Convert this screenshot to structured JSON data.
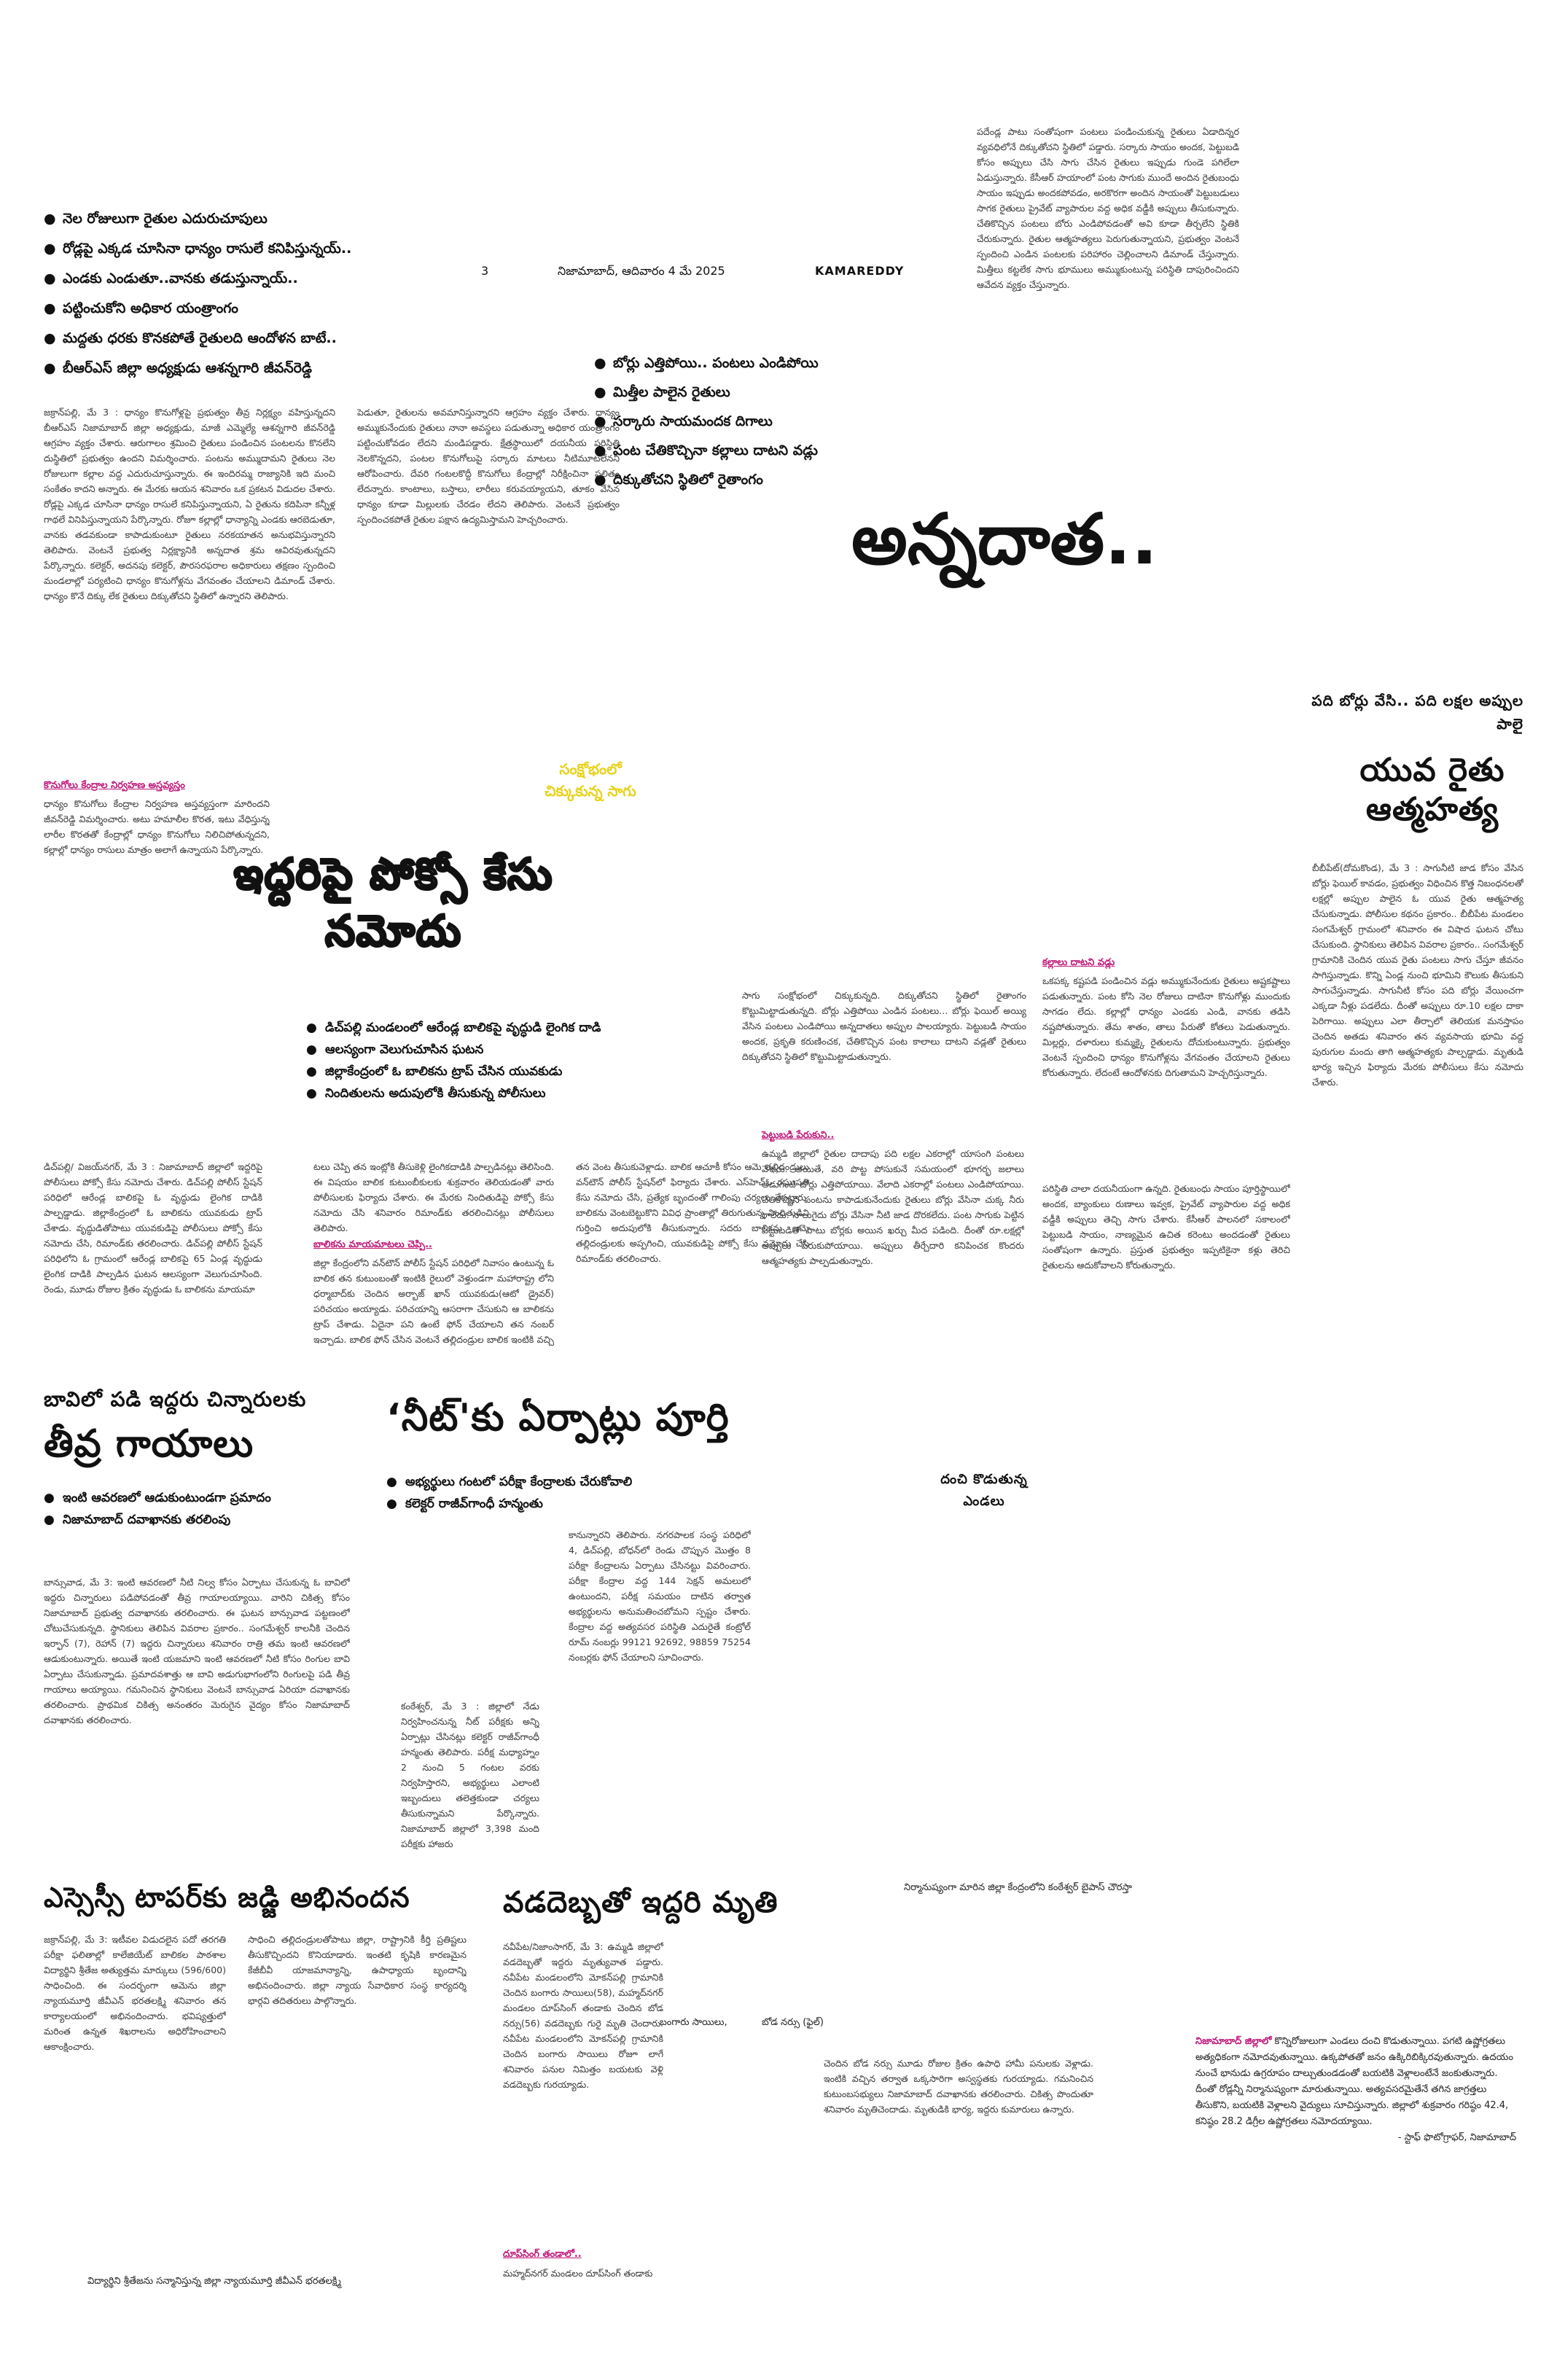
{
  "masthead": {
    "page_no": "3",
    "place_date": "నిజామాబాద్, ఆదివారం 4 మే 2025",
    "edition": "KAMAREDDY"
  },
  "lead": {
    "headline": "అన్నదాత..",
    "kicker": "సంక్షోభంలో చిక్కుకున్న సాగు",
    "bullets_left": [
      "నెల రోజులుగా రైతుల ఎదురుచూపులు",
      "రోడ్లపై ఎక్కడ చూసినా ధాన్యం రాసులే కనిపిస్తున్నయ్..",
      "ఎండకు ఎండుతూ..వానకు తడుస్తున్నాయ్..",
      "పట్టించుకోని అధికార యంత్రాంగం",
      "మద్దతు ధరకు కొనకపోతే రైతులది ఆందోళన బాటే..",
      "బీఆర్ఎస్ జిల్లా అధ్యక్షుడు ఆశన్నగారి జీవన్‌రెడ్డి"
    ],
    "bullets_right": [
      "బోర్లు ఎత్తిపోయి.. పంటలు ఎండిపోయి",
      "మిత్తీల పాలైన రైతులు",
      "సర్కారు సాయమందక దిగాలు",
      "పంట చేతికొచ్చినా కల్లాలు దాటని వడ్లు",
      "దిక్కుతోచని స్థితిలో రైతాంగం"
    ],
    "col1": "జక్రాన్‌పల్లి, మే 3 : ధాన్యం కొనుగోళ్లపై ప్రభుత్వం తీవ్ర నిర్లక్ష్యం వహిస్తున్నదని బీఆర్ఎస్ నిజామాబాద్ జిల్లా అధ్యక్షుడు, మాజీ ఎమ్మెల్యే ఆశన్నగారి జీవన్‌రెడ్డి ఆగ్రహం వ్యక్తం చేశారు. ఆరుగాలం శ్రమించి రైతులు పండించిన పంటలను కొనలేని దుస్థితిలో ప్రభుత్వం ఉందని విమర్శించారు. పంటను అమ్ముదామని రైతులు నెల రోజులుగా కల్లాల వద్ద ఎదురుచూస్తున్నారు. ఈ ఇందిరమ్మ రాజ్యానికి ఇది మంచి సంకేతం కాదని అన్నారు. ఈ మేరకు ఆయన శనివారం ఒక ప్రకటన విడుదల చేశారు. రోడ్లపై ఎక్కడ చూసినా ధాన్యం రాసులే కనిపిస్తున్నాయని, ఏ రైతును కదిపినా కన్నీళ్ల గాథలే వినిపిస్తున్నాయని పేర్కొన్నారు. రోజూ కల్లాల్లో ధాన్యాన్ని ఎండకు ఆరబెడుతూ, వానకు తడవకుండా కాపాడుకుంటూ రైతులు నరకయాతన అనుభవిస్తున్నారని తెలిపారు. వెంటనే ప్రభుత్వ నిర్లక్ష్యానికి అన్నదాత శ్రమ ఆవిరవుతున్నదని పేర్కొన్నారు. కలెక్టర్, అదనపు కలెక్టర్, పౌరసరఫరాల అధికారులు తక్షణం స్పందించి మండలాల్లో పర్యటించి ధాన్యం కొనుగోళ్లను వేగవంతం చేయాలని డిమాండ్ చేశారు. ధాన్యం కొనే దిక్కు లేక రైతులు దిక్కుతోచని స్థితిలో ఉన్నారని తెలిపారు.",
    "col1_sub": "కొనుగోలు కేంద్రాల నిర్వహణ అస్తవ్యస్తం",
    "col1b": "ధాన్యం కొనుగోలు కేంద్రాల నిర్వహణ అస్తవ్యస్తంగా మారిందని జీవన్‌రెడ్డి విమర్శించారు. అటు హమాలీల కొరత, ఇటు వేధిస్తున్న లారీల కొరతతో కేంద్రాల్లో ధాన్యం కొనుగోలు నిలిచిపోతున్నదని, కల్లాల్లో ధాన్యం రాసులు మాత్రం అలాగే ఉన్నాయని పేర్కొన్నారు.",
    "col2": "పెడుతూ, రైతులను అవమానిస్తున్నారని ఆగ్రహం వ్యక్తం చేశారు. ధాన్యం అమ్ముకునేందుకు రైతులు నానా అవస్థలు పడుతున్నా అధికార యంత్రాంగం పట్టించుకోవడం లేదని మండిపడ్డారు. క్షేత్రస్థాయిలో దయనీయ పరిస్థితి నెలకొన్నదని, పంటల కొనుగోలుపై సర్కారు మాటలు నీటిమూటలేనని ఆరోపించారు. దేవరి గంటలకొద్దీ కొనుగోలు కేంద్రాల్లో నిరీక్షించినా ఫలితం లేదన్నారు. కాంటాలు, బస్తాలు, లారీలు కరువయ్యాయని, తూకం వేసిన ధాన్యం కూడా మిల్లులకు చేరడం లేదని తెలిపారు. వెంటనే ప్రభుత్వం స్పందించకపోతే రైతుల పక్షాన ఉద్యమిస్తామని హెచ్చరించారు."
  },
  "pocso": {
    "headline": "ఇద్దరిపై పోక్సో కేసు నమోదు",
    "bullets": [
      "డిచ్‌పల్లి మండలంలో ఆరేండ్ల బాలికపై వృద్ధుడి లైంగిక దాడి",
      "ఆలస్యంగా వెలుగుచూసిన ఘటన",
      "జిల్లాకేంద్రంలో ఓ బాలికను ట్రాప్ చేసిన యువకుడు",
      "నిందితులను అదుపులోకి తీసుకున్న పోలీసులు"
    ],
    "col1": "డిచ్‌పల్లి/ విజయ్‌నగర్, మే 3 : నిజామాబాద్ జిల్లాలో ఇద్దరిపై పోలీసులు పోక్సో కేసు నమోదు చేశారు. డిచ్‌పల్లి పోలీస్ స్టేషన్ పరిధిలో ఆరేండ్ల బాలికపై ఓ వృద్ధుడు లైంగిక దాడికి పాల్పడ్డాడు. జిల్లాకేంద్రంలో ఓ బాలికను యువకుడు ట్రాప్ చేశాడు. వృద్ధుడితోపాటు యువకుడిపై పోలీసులు పోక్సో కేసు నమోదు చేసి, రిమాండ్‌కు తరలించారు. డిచ్‌పల్లి పోలీస్ స్టేషన్ పరిధిలోని ఓ గ్రామంలో ఆరేండ్ల బాలికపై 65 ఏండ్ల వృద్ధుడు లైంగిక దాడికి పాల్పడిన ఘటన ఆలస్యంగా వెలుగుచూసింది. రెండు, మూడు రోజుల క్రితం వృద్ధుడు ఓ బాలికను మాయమా",
    "col2": "టలు చెప్పి తన ఇంట్లోకి తీసుకెళ్లి లైంగికదాడికి పాల్పడినట్లు తెలిసింది. ఈ విషయం బాలిక కుటుంబీకులకు శుక్రవారం తెలియడంతో వారు పోలీసులకు ఫిర్యాదు చేశారు. ఈ మేరకు నిందితుడిపై పోక్సో కేసు నమోదు చేసి శనివారం రిమాండ్‌కు తరలించినట్లు పోలీసులు తెలిపారు.",
    "col2_sub": "బాలికను మాయమాటలు చెప్పి..",
    "col2b": "జిల్లా కేంద్రంలోని వన్‌టౌన్ పోలీస్ స్టేషన్ పరిధిలో నివాసం ఉంటున్న ఓ బాలిక తన కుటుంబంతో ఇంటికి రైలులో వెళ్తుండగా మహారాష్ట్ర లోని ధర్మాబాద్‌కు చెందిన అర్బాజ్ ఖాన్ యువకుడు(ఆటో డ్రైవర్) పరిచయం అయ్యాడు. పరిచయాన్ని ఆసరాగా చేసుకుని ఆ బాలికను ట్రాప్ చేశాడు. ఏదైనా పని ఉంటే ఫోన్ చేయాలని తన నంబర్ ఇచ్చాడు. బాలిక ఫోన్ చేసిన వెంటనే తల్లిదండ్రుల బాలిక ఇంటికి వచ్చి ఈ నెల ఒకటో తేదీన ఆ బాలికను మాయమాటలు చెప్పి తీసుకెళ్లాడు.",
    "col3": "తన వెంట తీసుకువెళ్లాడు. బాలిక ఆచూకీ కోసం ఆమె తల్లిదండ్రులు వన్‌టౌన్ పోలీస్ స్టేషన్‌లో ఫిర్యాదు చేశారు. ఎస్‌హెచ్‌ఓ రఘుపతి కేసు నమోదు చేసి, ప్రత్యేక బృందంతో గాలింపు చర్యలు చేపట్టారు. బాలికను వెంటబెట్టుకొని వివిధ ప్రాంతాల్లో తిరుగుతున్న నిందితుడిని గుర్తించి అదుపులోకి తీసుకున్నారు. సదరు బాలికను ఆమె తల్లిదండ్రులకు అప్పగించి, యువకుడిపై పోక్సో కేసు నమోదు చేసి రిమాండ్‌కు తరలించారు."
  },
  "yuva": {
    "kicker": "పది బోర్లు వేసి.. పది లక్షల అప్పుల పాలై",
    "headline": "యువ రైతు ఆత్మహత్య",
    "text": "బీబీపేట్(దోమకొండ), మే 3 : సాగునీటి జాడ కోసం వేసిన బోర్లు ఫెయిల్ కావడం, ప్రభుత్వం విధించిన కొత్త నిబంధనలతో లక్షల్లో అప్పుల పాలైన ఓ యువ రైతు ఆత్మహత్య చేసుకున్నాడు. పోలీసుల కథనం ప్రకారం.. బీబీపేట మండలం సంగమేశ్వర్ గ్రామంలో శనివారం ఈ విషాద ఘటన చోటు చేసుకుంది. స్థానికులు తెలిపిన వివరాల ప్రకారం.. సంగమేశ్వర్ గ్రామానికి చెందిన యువ రైతు పంటలు సాగు చేస్తూ జీవనం సాగిస్తున్నాడు. కొన్ని ఏండ్ల నుంచి భూమిని కౌలుకు తీసుకుని సాగుచేస్తున్నాడు. సాగునీటి కోసం పది బోర్లు వేయించగా ఎక్కడా నీళ్లు పడలేదు. దీంతో అప్పులు రూ.10 లక్షల దాకా పెరిగాయి. అప్పులు ఎలా తీర్చాలో తెలియక మనస్తాపం చెందిన అతడు శనివారం తన వ్యవసాయ భూమి వద్ద పురుగుల మందు తాగి ఆత్మహత్యకు పాల్పడ్డాడు. మృతుడి భార్య ఇచ్చిన ఫిర్యాదు మేరకు పోలీసులు కేసు నమోదు చేశారు."
  },
  "sagu": {
    "text": "సాగు సంక్షోభంలో చిక్కుకున్నది. దిక్కుతోచని స్థితిలో రైతాంగం కొట్టుమిట్టాడుతున్నది. బోర్లు ఎత్తిపోయి ఎండిన పంటలు... బోర్లు ఫెయిల్ అయ్యి వేసిన పంటలు ఎండిపోయి అన్నదాతలు అప్పుల పాలయ్యారు. పెట్టుబడి సాయం అందక, ప్రకృతి కరుణించక, చేతికొచ్చిన పంట కాలాలు దాటని వడ్లతో రైతులు దిక్కుతోచని స్థితిలో కొట్టుమిట్టాడుతున్నారు.",
    "sub1": "పెట్టుబడి పేరుకుని..",
    "col1": "ఉమ్మడి జిల్లాలో రైతుల దాదాపు పది లక్షల ఎకరాల్లో యాసంగి పంటలు వేశారు. అయితే, వరి పొట్ట పోసుకునే సమయంలో భూగర్భ జలాలు అడుగంటి బోర్లు ఎత్తిపోయాయి. వేలాది ఎకరాల్లో పంటలు ఎండిపోయాయి. చేతికొచ్చిన పంటను కాపాడుకునేందుకు రైతులు బోర్లు వేసినా చుక్క నీరు రాలేదు. నాలుగైదు బోర్లు వేసినా నీటి జాడ దొరకలేదు. పంట సాగుకు పెట్టిన పెట్టుబడితో పాటు బోర్లకు అయిన ఖర్చు మీద పడింది. దీంతో రూ.లక్షల్లో అప్పులు పేరుకుపోయాయి. అప్పులు తీర్చేదారి కనిపించక కొందరు ఆత్మహత్యకు పాల్పడుతున్నారు.",
    "sub2": "కల్లాలు దాటని వడ్లు",
    "col2": "ఒకపక్క కష్టపడి పండించిన వడ్లు అమ్ముకునేందుకు రైతులు అష్టకష్టాలు పడుతున్నారు. పంట కోసి నెల రోజులు దాటినా కొనుగోళ్లు ముందుకు సాగడం లేదు. కల్లాల్లో ధాన్యం ఎండకు ఎండి, వానకు తడిసి నష్టపోతున్నారు. తేమ శాతం, తాలు పేరుతో కోతలు పెడుతున్నారు. మిల్లర్లు, దళారులు కుమ్మక్కై రైతులను దోచుకుంటున్నారు. ప్రభుత్వం వెంటనే స్పందించి ధాన్యం కొనుగోళ్లను వేగవంతం చేయాలని రైతులు కోరుతున్నారు. లేదంటే ఆందోళనకు దిగుతామని హెచ్చరిస్తున్నారు.",
    "col3": "పరిస్థితి చాలా దయనీయంగా ఉన్నది. రైతుబంధు సాయం పూర్తిస్థాయిలో అందక, బ్యాంకులు రుణాలు ఇవ్వక, ప్రైవేట్ వ్యాపారుల వద్ద అధిక వడ్డీకి అప్పులు తెచ్చి సాగు చేశారు. కేసీఆర్ పాలనలో సకాలంలో పెట్టుబడి సాయం, నాణ్యమైన ఉచిత కరెంటు అందడంతో రైతులు సంతోషంగా ఉన్నారు. ప్రస్తుత ప్రభుత్వం ఇప్పటికైనా కళ్లు తెరిచి రైతులను ఆదుకోవాలని కోరుతున్నారు."
  },
  "topright": {
    "text": "పదేండ్ల పాటు సంతోషంగా పంటలు పండించుకున్న రైతులు ఏడాదిన్నర వ్యవధిలోనే దిక్కుతోచని స్థితిలో పడ్డారు. సర్కారు సాయం అందక, పెట్టుబడి కోసం అప్పులు చేసి సాగు చేసిన రైతులు ఇప్పుడు గుండె పగిలేలా ఏడుస్తున్నారు. కేసీఆర్ హయాంలో పంట సాగుకు ముందే అందిన రైతుబంధు సాయం ఇప్పుడు అందకపోవడం, అరకొరగా అందిన సాయంతో పెట్టుబడులు సాగక రైతులు ప్రైవేట్ వ్యాపారుల వద్ద అధిక వడ్డీకి అప్పులు తీసుకున్నారు. చేతికొచ్చిన పంటలు బోరు ఎండిపోవడంతో అవి కూడా తీర్చలేని స్థితికి చేరుకున్నారు. రైతుల ఆత్మహత్యలు పెరుగుతున్నాయని, ప్రభుత్వం వెంటనే స్పందించి ఎండిన పంటలకు పరిహారం చెల్లించాలని డిమాండ్ చేస్తున్నారు. మిత్తీలు కట్టలేక సాగు భూములు అమ్ముకుంటున్న పరిస్థితి దాపురించిందని ఆవేదన వ్యక్తం చేస్తున్నారు."
  },
  "bavi": {
    "kicker": "బావిలో పడి ఇద్దరు చిన్నారులకు",
    "headline": "తీవ్ర గాయాలు",
    "bullets": [
      "ఇంటి ఆవరణలో ఆడుకుంటుండగా ప్రమాదం",
      "నిజామాబాద్ దవాఖానకు తరలింపు"
    ],
    "text": "బాన్సువాడ, మే 3: ఇంటి ఆవరణలో నీటి నిల్వ కోసం ఏర్పాటు చేసుకున్న ఓ బావిలో ఇద్దరు చిన్నారులు పడిపోవడంతో తీవ్ర గాయాలయ్యాయి. వారిని చికిత్స కోసం నిజామాబాద్ ప్రభుత్వ దవాఖానకు తరలించారు. ఈ ఘటన బాన్సువాడ పట్టణంలో చోటుచేసుకున్నది. స్థానికులు తెలిపిన వివరాల ప్రకారం.. సంగమేశ్వర్ కాలనీకి చెందిన ఇర్ఫాన్ (7), రెహాన్ (7) ఇద్దరు చిన్నారులు శనివారం రాత్రి తమ ఇంటి ఆవరణలో ఆడుకుంటున్నారు. అయితే ఇంటి యజమాని ఇంటి ఆవరణలో నీటి కోసం రింగుల బావి ఏర్పాటు చేసుకున్నాడు. ప్రమాదవశాత్తు ఆ బావి అడుగుభాగంలోని రింగులపై పడి తీవ్ర గాయాలు అయ్యాయి. గమనించిన స్థానికులు వెంటనే బాన్సువాడ ఏరియా దవాఖానకు తరలించారు. ప్రాథమిక చికిత్స అనంతరం మెరుగైన వైద్యం కోసం నిజామాబాద్ దవాఖానకు తరలించారు."
  },
  "neet": {
    "headline": "‘నీట్'కు ఏర్పాట్లు పూర్తి",
    "bullets": [
      "అభ్యర్థులు గంటలో పరీక్షా కేంద్రాలకు చేరుకోవాలి",
      "కలెక్టర్ రాజీవ్‌గాంధీ హన్మంతు"
    ],
    "col1": "కంఠేశ్వర్, మే 3 : జిల్లాలో నేడు నిర్వహించనున్న నీట్ పరీక్షకు అన్ని ఏర్పాట్లు చేసినట్లు కలెక్టర్ రాజీవ్‌గాంధీ హన్మంతు తెలిపారు. పరీక్ష మధ్యాహ్నం 2 నుంచి 5 గంటల వరకు నిర్వహిస్తారని, అభ్యర్థులు ఎలాంటి ఇబ్బందులు తలెత్తకుండా చర్యలు తీసుకున్నామని పేర్కొన్నారు. నిజామాబాద్ జిల్లాలో 3,398 మంది పరీక్షకు హాజరు",
    "col2": "కానున్నారని తెలిపారు. నగరపాలక సంస్థ పరిధిలో 4, డిచ్‌పల్లి, బోధన్‌లో రెండు చొప్పున మొత్తం 8 పరీక్షా కేంద్రాలను ఏర్పాటు చేసినట్టు వివరించారు. పరీక్షా కేంద్రాల వద్ద 144 సెక్షన్ అమలులో ఉంటుందని, పరీక్ష సమయం దాటిన తర్వాత అభ్యర్థులను అనుమతించబోమని స్పష్టం చేశారు. కేంద్రాల వద్ద అత్యవసర పరిస్థితి ఎదురైతే కంట్రోల్ రూమ్ నంబర్లు 99121 92692, 98859 75254 నంబర్లకు ఫోన్ చేయాలని సూచించారు."
  },
  "dachi": {
    "caption": "దంచి కొడుతున్న ఎండలు"
  },
  "ssc": {
    "headline": "ఎస్సెస్సీ టాపర్‌కు జడ్జి అభినందన",
    "text": "జక్రాన్‌పల్లి, మే 3: ఇటీవల విడుదలైన పదో తరగతి పరీక్షా ఫలితాల్లో కాలేజియేట్ బాలికల పాఠశాల విద్యార్థిని శ్రీతేజ అత్యుత్తమ మార్కులు (596/600) సాధించింది. ఈ సందర్భంగా ఆమెను జిల్లా న్యాయమూర్తి జీవీఎన్ భరతలక్ష్మి శనివారం తన కార్యాలయంలో అభినందించారు. భవిష్యత్తులో మరింత ఉన్నత శిఖరాలను అధిరోహించాలని ఆకాంక్షించారు.",
    "text2": "సాధించి తల్లిదండ్రులతోపాటు జిల్లా, రాష్ట్రానికి కీర్తి ప్రతిష్టలు తీసుకొచ్చిందని కొనియాడారు. ఇంతటి కృషికి కారణమైన కేజీబీవీ యాజమాన్యాన్ని, ఉపాధ్యాయ బృందాన్ని అభినందించారు. జిల్లా న్యాయ సేవాధికార సంస్థ కార్యదర్శి భార్గవి తదితరులు పాల్గొన్నారు.",
    "caption": "విద్యార్థిని శ్రీతేజను సన్మానిస్తున్న జిల్లా న్యాయమూర్తి జీవీఎన్ భరతలక్ష్మి"
  },
  "vadadebba": {
    "headline": "వడదెబ్బతో ఇద్దరి మృతి",
    "photo_caption": "నిర్మానుష్యంగా మారిన జిల్లా కేంద్రంలోని కంఠేశ్వర్ బైపాస్ చౌరస్తా",
    "col1": "నవీపేట/నిజాంసాగర్, మే 3: ఉమ్మడి జిల్లాలో వడదెబ్బతో ఇద్దరు మృత్యువాత పడ్డారు. నవీపేట మండలంలోని మోకన్‌పల్లి గ్రామానికి చెందిన బంగారు సాయిలు(58), మహ్మద్‌నగర్ మండలం దూప్‌సింగ్ తండాకు చెందిన బోడ నర్సు(56) వడదెబ్బకు గురై మృతి చెందారు. నవీపేట మండలంలోని మోకన్‌పల్లి గ్రామానికి చెందిన బంగారు సాయిలు రోజూ లాగే శనివారం పనుల నిమిత్తం బయటకు వెళ్లి వడదెబ్బకు గురయ్యాడు.",
    "col2": "చెందిన బోడ నర్సు మూడు రోజుల క్రితం ఉపాధి హామీ పనులకు వెళ్లాడు. ఇంటికి వచ్చిన తర్వాత ఒక్కసారిగా అస్వస్థతకు గురయ్యాడు. గమనించిన కుటుంబసభ్యులు నిజామాబాద్ దవాఖానకు తరలించారు. చికిత్స పొందుతూ శనివారం మృతిచెందాడు. మృతుడికి భార్య, ఇద్దరు కుమారులు ఉన్నారు.",
    "sub": "దూప్‌సింగ్ తండాలో..",
    "col2b": "మహ్మద్‌నగర్ మండలం దూప్‌సింగ్ తండాకు",
    "photo_labels": [
      "బంగారు సాయిలు,",
      "బోడ నర్సు (ఫైల్)"
    ]
  },
  "nizam": {
    "lead": "నిజామాబాద్ జిల్లాలో",
    "text": " కొన్నిరోజులుగా ఎండలు దంచి కొడుతున్నాయి. పగటి ఉష్ణోగ్రతలు అత్యధికంగా నమోదవుతున్నాయి. ఉక్కపోతతో జనం ఉక్కిరిబిక్కిరవుతున్నారు. ఉదయం నుంచే భానుడు ఉగ్రరూపం దాల్చుతుండడంతో బయటికి వెళ్లాలంటేనే జంకుతున్నారు. దీంతో రోడ్లన్నీ నిర్మానుష్యంగా మారుతున్నాయి. అత్యవసరమైతేనే తగిన జాగ్రత్తలు తీసుకొని, బయటికి వెళ్లాలని వైద్యులు సూచిస్తున్నారు. జిల్లాలో శుక్రవారం గరిష్ఠం 42.4, కనిష్ఠం 28.2 డిగ్రీల ఉష్ణోగ్రతలు నమోదయ్యాయి.",
    "credit": "- స్టాఫ్ ఫొటోగ్రాఫర్, నిజామాబాద్"
  }
}
